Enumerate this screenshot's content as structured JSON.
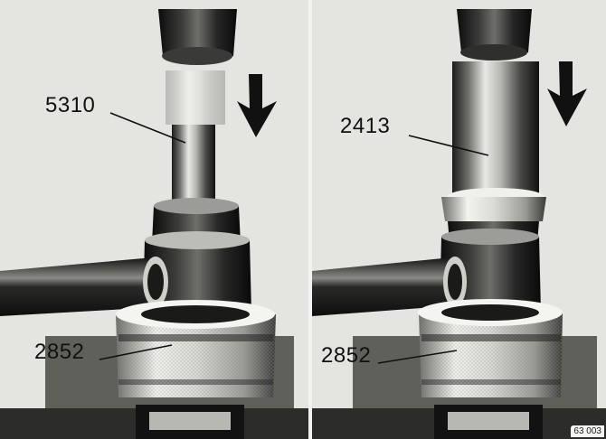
{
  "callouts": {
    "tool_left_top": "5310",
    "tool_right_top": "2413",
    "tool_left_bottom": "2852",
    "tool_right_bottom": "2852"
  },
  "figure_code": "63 003",
  "colors": {
    "paper": "#e9e9e6",
    "dark": "#111111",
    "metal_light": "#d8d8d4",
    "metal_mid": "#8d8d88",
    "metal_dark": "#3a3a38"
  },
  "icons": [
    "down-arrow-icon",
    "down-arrow-icon"
  ]
}
